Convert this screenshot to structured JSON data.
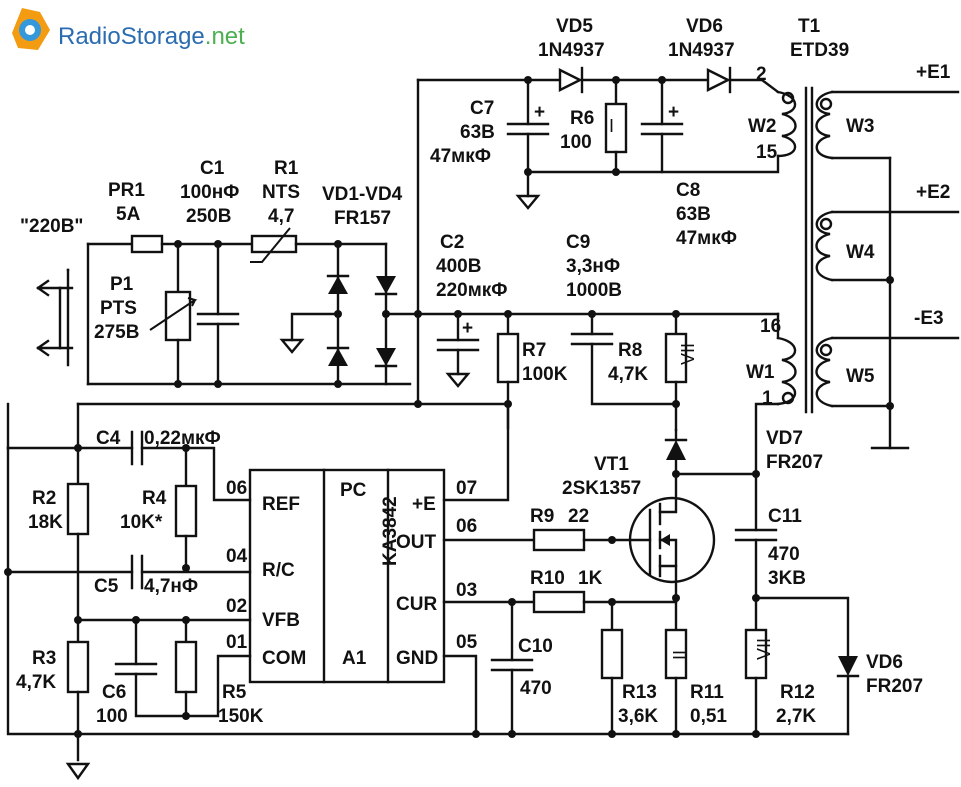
{
  "watermark": {
    "brand_a": "Radio",
    "brand_b": "Storage",
    "brand_c": ".net",
    "color_a": "#2b6cb0",
    "color_b": "#2b6cb0",
    "color_c": "#4caf50"
  },
  "mains": {
    "label": "\"220B\""
  },
  "components": {
    "pr1": {
      "ref": "PR1",
      "value": "5A"
    },
    "p1": {
      "ref": "P1",
      "type": "PTS",
      "value": "275B"
    },
    "c1": {
      "ref": "C1",
      "value": "100нФ",
      "voltage": "250B"
    },
    "r1": {
      "ref": "R1",
      "type": "NTS",
      "value": "4,7"
    },
    "vd1_vd4": {
      "ref": "VD1-VD4",
      "value": "FR157"
    },
    "vd5": {
      "ref": "VD5",
      "value": "1N4937"
    },
    "vd6_top": {
      "ref": "VD6",
      "value": "1N4937"
    },
    "t1": {
      "ref": "T1",
      "value": "ETD39"
    },
    "c7": {
      "ref": "C7",
      "voltage": "63B",
      "value": "47мкФ"
    },
    "r6": {
      "ref": "R6",
      "value": "100"
    },
    "c8": {
      "ref": "C8",
      "voltage": "63B",
      "value": "47мкФ"
    },
    "c2": {
      "ref": "C2",
      "voltage": "400B",
      "value": "220мкФ"
    },
    "c9": {
      "ref": "C9",
      "value": "3,3нФ",
      "voltage": "1000B"
    },
    "r7": {
      "ref": "R7",
      "value": "100K"
    },
    "r8": {
      "ref": "R8",
      "value": "4,7K",
      "power": "VII"
    },
    "c4": {
      "ref": "C4",
      "value": "0,22мкФ"
    },
    "r2": {
      "ref": "R2",
      "value": "18K"
    },
    "r4": {
      "ref": "R4",
      "value": "10K*"
    },
    "c5": {
      "ref": "C5",
      "value": "4,7нФ"
    },
    "r3": {
      "ref": "R3",
      "value": "4,7K"
    },
    "c6": {
      "ref": "C6",
      "value": "100"
    },
    "r5": {
      "ref": "R5",
      "value": "150K"
    },
    "vt1": {
      "ref": "VT1",
      "value": "2SK1357"
    },
    "vd7": {
      "ref": "VD7",
      "value": "FR207"
    },
    "r9": {
      "ref": "R9",
      "value": "22"
    },
    "r10": {
      "ref": "R10",
      "value": "1K"
    },
    "c11": {
      "ref": "C11",
      "value": "470",
      "voltage": "3KB"
    },
    "c10": {
      "ref": "C10",
      "value": "470"
    },
    "r13": {
      "ref": "R13",
      "value": "3,6K"
    },
    "r11": {
      "ref": "R11",
      "value": "0,51",
      "power": "II"
    },
    "r12": {
      "ref": "R12",
      "value": "2,7K",
      "power": "VII"
    },
    "vd6_bot": {
      "ref": "VD6",
      "value": "FR207"
    },
    "r6_power": "I"
  },
  "ic": {
    "ref": "A1",
    "name": "KA3842",
    "header": "PC",
    "pins": {
      "ref": "REF",
      "rc": "R/C",
      "vfb": "VFB",
      "com": "COM",
      "ve": "+E",
      "out": "OUT",
      "cur": "CUR",
      "gnd": "GND"
    },
    "pin_numbers": {
      "ref": "06",
      "rc": "04",
      "vfb": "02",
      "com": "01",
      "ve": "07",
      "out": "06",
      "cur": "03",
      "gnd": "05"
    }
  },
  "transformer": {
    "windings": {
      "w1": "W1",
      "w2": "W2",
      "w3": "W3",
      "w4": "W4",
      "w5": "W5"
    },
    "pins": {
      "p2": "2",
      "p15": "15",
      "p16": "16",
      "p1": "1"
    },
    "outputs": {
      "e1": "+E1",
      "e2": "+E2",
      "e3": "-E3"
    }
  },
  "polarity": {
    "plus": "+"
  }
}
